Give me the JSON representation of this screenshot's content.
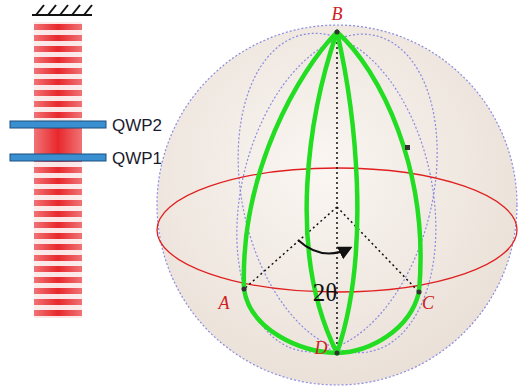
{
  "diagram": {
    "labels": [
      "QWP2",
      "QWP1",
      "B",
      "2θ",
      "A",
      "C",
      "D"
    ]
  }
}
